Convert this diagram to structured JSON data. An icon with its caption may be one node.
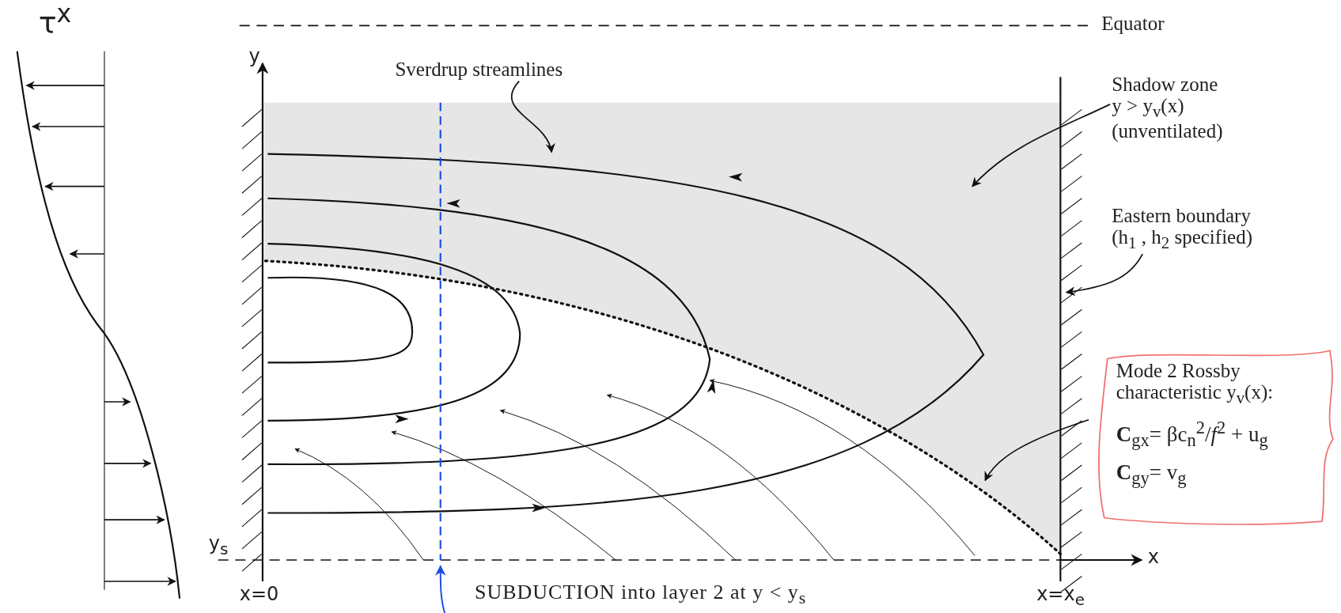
{
  "diagram": {
    "nodes": [
      {
        "text": [
          "Sverdrup streamlines"
        ]
      },
      {
        "text": [
          "Shadow zone",
          "y > y$_{v}$(x) (unventilated)"
        ]
      },
      {
        "text": [
          "Eastern boundary",
          "(h$_{1}$ , h$_{2}$ specified)"
        ]
      },
      {
        "text": [
          "Mode 2 Rossby characteristic y$_{v}$(x):",
          "**C**$_{gx}$= βc$_{n}$$^{2}$/*f*$^{2}$ + u$_{g}$",
          "**C**$_{gy}$= v$_{g}$"
        ]
      }
    ],
    "edges": [
      {
        "from": 0,
        "to": null,
        "arrow": "to"
      },
      {
        "from": 1,
        "to": null,
        "arrow": "to"
      },
      {
        "from": 2,
        "to": null,
        "arrow": "to"
      },
      {
        "from": 3,
        "to": null,
        "arrow": "to"
      }
    ],
    "labels": [
      "τ$^{x}$",
      "Equator",
      "y",
      "y$_{s}$",
      "x",
      "x=0",
      "SUBDUCTION into layer 2 at y < y$_{s}$",
      "x=x$_{e}$"
    ]
  }
}
